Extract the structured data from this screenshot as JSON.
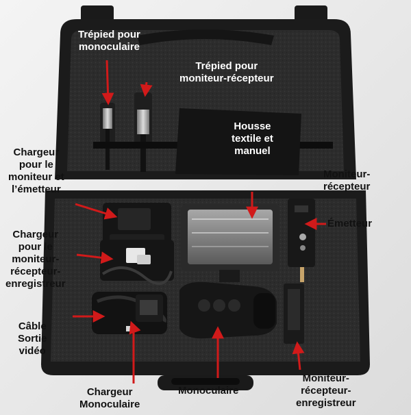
{
  "labels": {
    "tripod_monocular": [
      "Trépied pour",
      "monoculaire"
    ],
    "tripod_monitor": [
      "Trépied pour",
      "moniteur-récepteur"
    ],
    "cover_manual": [
      "Housse",
      "textile et",
      "manuel"
    ],
    "charger_monitor_emitter": [
      "Chargeur",
      "pour le",
      "moniteur et",
      "l’émetteur"
    ],
    "monitor_receiver": [
      "Moniteur-",
      "récepteur"
    ],
    "emitter": [
      "Émetteur"
    ],
    "charger_recorder": [
      "Chargeur",
      "pour le",
      "moniteur-",
      "récepteur-",
      "enregistreur"
    ],
    "video_cable": [
      "Câble",
      "Sortie",
      "vidéo"
    ],
    "charger_monocular": [
      "Chargeur",
      "Monoculaire"
    ],
    "monocular": [
      "Monoculaire"
    ],
    "recorder": [
      "Moniteur-",
      "récepteur-",
      "enregistreur"
    ]
  },
  "colors": {
    "case": "#1b1b1b",
    "foam": "#2c2c2c",
    "arrow": "#d11a1a",
    "background": "#ececec"
  }
}
